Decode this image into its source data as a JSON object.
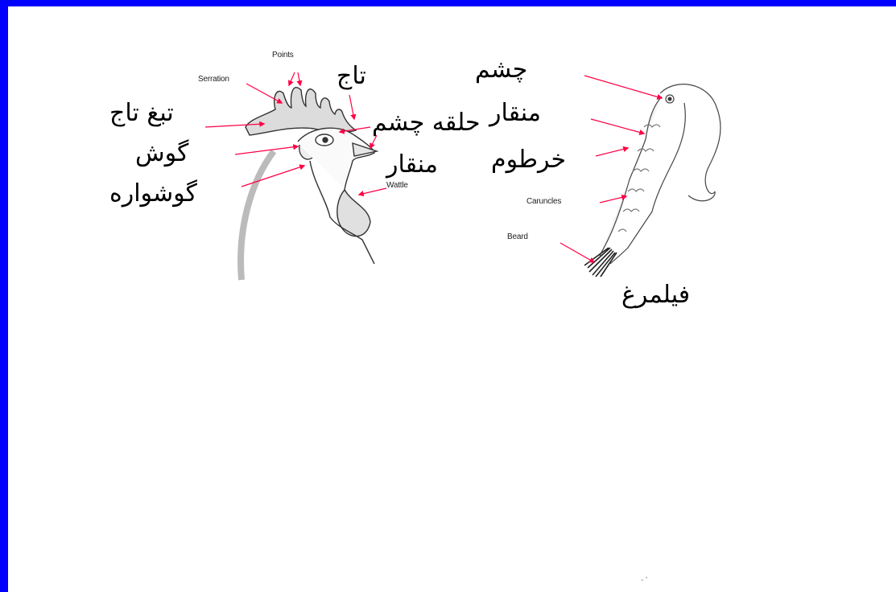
{
  "diagram": {
    "rooster_labels_en": {
      "points": "Points",
      "serration": "Serration",
      "wattle": "Wattle"
    },
    "rooster_labels_fa": {
      "comb": "تاج",
      "comb_blade": "تبغ تاج",
      "ear": "گوش",
      "earring": "گوشواره",
      "eye_ring": "حلقه چشم",
      "beak": "منقار"
    },
    "turkey_labels_en": {
      "caruncles": "Caruncles",
      "beard": "Beard"
    },
    "turkey_labels_fa": {
      "eye": "چشم",
      "beak": "منقار",
      "snood": "خرطوم",
      "title": "فیلمرغ"
    },
    "colors": {
      "frame": "#0000ff",
      "arrow": "#ff0044",
      "outline": "#333333"
    }
  }
}
